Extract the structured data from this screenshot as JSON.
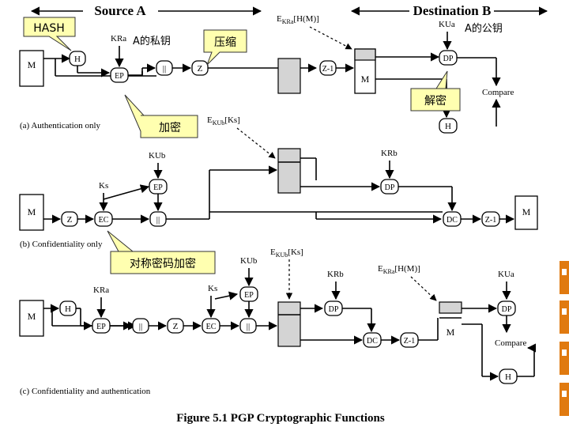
{
  "header": {
    "source": "Source A",
    "destination": "Destination B"
  },
  "callouts": {
    "hash": "HASH",
    "private_key": "A的私钥",
    "compress": "压缩",
    "public_key": "A的公钥",
    "encrypt": "加密",
    "decrypt": "解密",
    "symmetric": "对称密码加密"
  },
  "labels": {
    "a_caption": "(a) Authentication only",
    "b_caption": "(b) Confidentiality only",
    "c_caption": "(c) Confidentiality and authentication",
    "figure_title": "Figure 5.1  PGP Cryptographic Functions",
    "a_sig_label": "EKRa[H(M)]",
    "a_ks_label": "EKUb[Ks]",
    "c_ks_label": "EKUb[Ks]",
    "c_sig_label": "EKRa[H(M)]",
    "compare": "Compare"
  },
  "nodes": {
    "M": "M",
    "H": "H",
    "EP": "EP",
    "DP": "DP",
    "Z": "Z",
    "Zinv": "Z-1",
    "EC": "EC",
    "DC": "DC",
    "concat": "||",
    "KRa": "KRa",
    "KUa": "KUa",
    "KUb": "KUb",
    "KRb": "KRb",
    "Ks": "Ks"
  },
  "colors": {
    "callout_fill": "#ffffb0",
    "side_tab": "#e07a10",
    "shaded_block": "#d4d4d4"
  }
}
